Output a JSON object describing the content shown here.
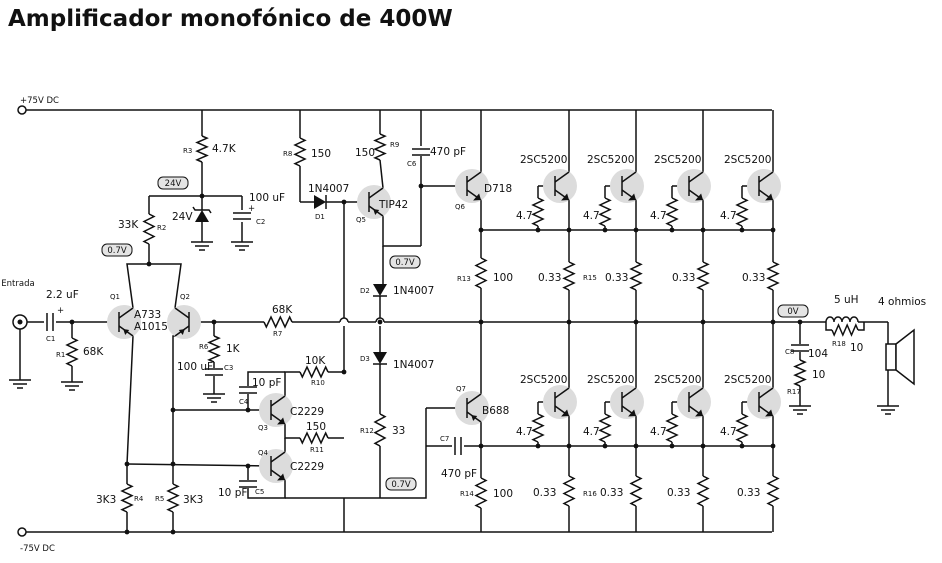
{
  "title": "Amplificador monofónico de 400W",
  "rails": {
    "positive": "+75V DC",
    "negative": "-75V DC"
  },
  "input": {
    "label": "Entrada"
  },
  "output": {
    "speaker": "4 ohmios",
    "inductor": "5 uH",
    "inductor_res": "10",
    "inductor_ref": "R18"
  },
  "tags": {
    "t24v": "24V",
    "t07a": "0.7V",
    "t07b": "0.7V",
    "t07c": "0.7V",
    "t0v": "0V"
  },
  "comp": {
    "c1": {
      "ref": "C1",
      "val": "2.2 uF"
    },
    "r1": {
      "ref": "R1",
      "val": "68K"
    },
    "q1": {
      "ref": "Q1",
      "val": "A733"
    },
    "q2": {
      "ref": "Q2",
      "val": "A1015"
    },
    "r2": {
      "ref": "R2",
      "val": "33K"
    },
    "r3": {
      "ref": "R3",
      "val": "4.7K"
    },
    "z24": {
      "val": "24V"
    },
    "c2": {
      "ref": "C2",
      "val": "100 uF"
    },
    "r4": {
      "ref": "R4",
      "val": "3K3"
    },
    "r5": {
      "ref": "R5",
      "val": "3K3"
    },
    "r6": {
      "ref": "R6",
      "val": "1K"
    },
    "c3": {
      "ref": "C3",
      "val": "100 uF"
    },
    "r7": {
      "ref": "R7",
      "val": "68K"
    },
    "r8": {
      "ref": "R8",
      "val": "150"
    },
    "d1": {
      "ref": "D1",
      "val": "1N4007"
    },
    "q5": {
      "ref": "Q5",
      "val": "TIP42"
    },
    "r9": {
      "ref": "R9",
      "val": "150"
    },
    "c6": {
      "ref": "C6",
      "val": "470 pF"
    },
    "q6": {
      "ref": "Q6",
      "val": "D718"
    },
    "d2": {
      "ref": "D2",
      "val": "1N4007"
    },
    "d3": {
      "ref": "D3",
      "val": "1N4007"
    },
    "r10": {
      "ref": "R10",
      "val": "10K"
    },
    "c4": {
      "ref": "C4",
      "val": "10 pF"
    },
    "q3": {
      "ref": "Q3",
      "val": "C2229"
    },
    "r11": {
      "ref": "R11",
      "val": "150"
    },
    "q4": {
      "ref": "Q4",
      "val": "C2229"
    },
    "c5": {
      "ref": "C5",
      "val": "10 pF"
    },
    "r12": {
      "ref": "R12",
      "val": "33"
    },
    "q7": {
      "ref": "Q7",
      "val": "B688"
    },
    "c7": {
      "ref": "C7",
      "val": "470 pF"
    },
    "r13": {
      "ref": "R13",
      "val": "100"
    },
    "r14": {
      "ref": "R14",
      "val": "100"
    },
    "r15": {
      "ref": "R15",
      "val": "0.33"
    },
    "r16": {
      "ref": "R16",
      "val": "0.33"
    },
    "c8": {
      "ref": "C8",
      "val": "104"
    },
    "r17": {
      "ref": "R17",
      "val": "10"
    }
  },
  "outputs": {
    "part": "2SC5200",
    "base_res": "4.7",
    "emitter_res": "0.33"
  }
}
